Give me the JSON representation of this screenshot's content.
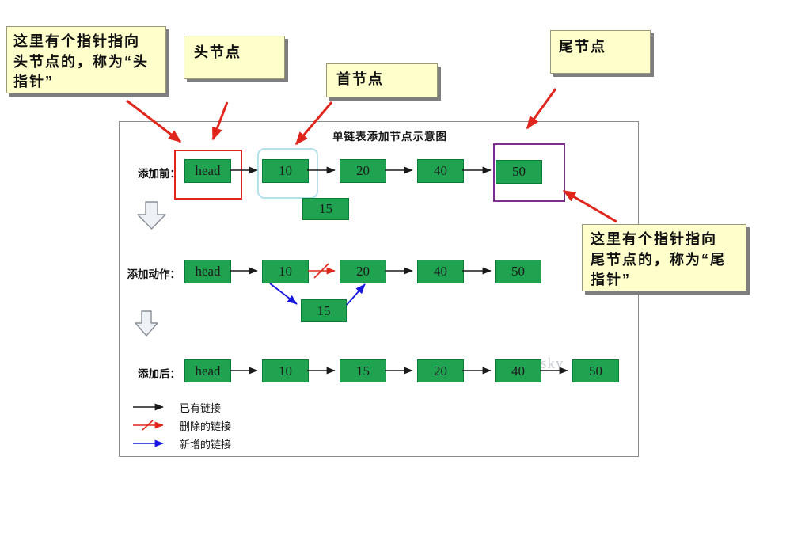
{
  "callouts": {
    "head_pointer": "这里有个指针指向\n头节点的，称为“头\n指针”",
    "head_node": "头节点",
    "first_node": "首节点",
    "tail_node": "尾节点",
    "tail_pointer": "这里有个指针指向\n尾节点的，称为“尾\n指针”"
  },
  "diagram": {
    "title": "单链表添加节点示意图",
    "rows": [
      {
        "label": "添加前：",
        "nodes": [
          "head",
          "10",
          "20",
          "40",
          "50"
        ],
        "floating_node": "15"
      },
      {
        "label": "添加动作：",
        "nodes": [
          "head",
          "10",
          "20",
          "40",
          "50"
        ],
        "floating_node": "15"
      },
      {
        "label": "添加后：",
        "nodes": [
          "head",
          "10",
          "15",
          "20",
          "40",
          "50"
        ]
      }
    ],
    "legend": [
      {
        "label": "已有链接"
      },
      {
        "label": "删除的链接"
      },
      {
        "label": "新增的链接"
      }
    ],
    "watermark": "sky"
  },
  "colors": {
    "node_green": "#20a351",
    "node_border_green": "#0a7c38",
    "callout_yellow": "#ffffcc",
    "highlight_red": "#e0251c",
    "highlight_cyan": "#b4e2ec",
    "highlight_purple": "#7b2e8e",
    "link_black": "#1a1a1a",
    "deleted_link_red": "#e0251c",
    "new_link_blue": "#1616e0"
  }
}
